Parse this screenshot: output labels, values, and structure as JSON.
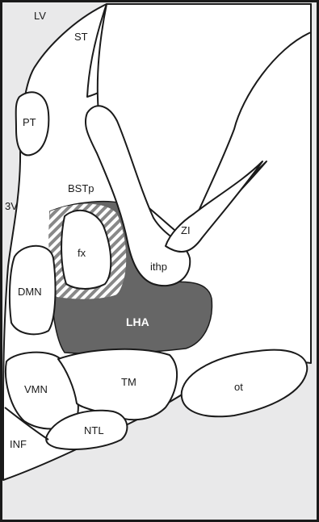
{
  "colors": {
    "background": "#e9e9ea",
    "tissue": "#ffffff",
    "outline": "#1a1a1a",
    "lha_fill": "#666666",
    "lha_text": "#ffffff",
    "hatch": "#888888"
  },
  "labels": {
    "lv": "LV",
    "st": "ST",
    "pt": "PT",
    "v3": "3V",
    "bstp": "BSTp",
    "zi": "ZI",
    "fx": "fx",
    "ithp": "ithp",
    "dmn": "DMN",
    "lha": "LHA",
    "vmn": "VMN",
    "tm": "TM",
    "ot": "ot",
    "ntl": "NTL",
    "inf": "INF"
  }
}
